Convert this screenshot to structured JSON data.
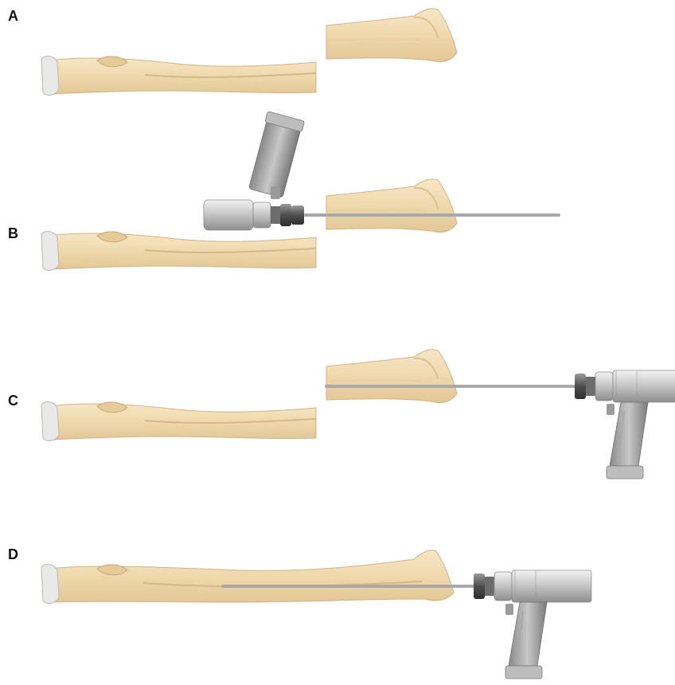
{
  "panels": [
    {
      "label": "A"
    },
    {
      "label": "B"
    },
    {
      "label": "C"
    },
    {
      "label": "D"
    }
  ],
  "colors": {
    "bone_fill": "#f0dcb2",
    "bone_light": "#f8ecd0",
    "bone_shadow": "#d9bd8c",
    "bone_outline": "#c9a878",
    "bone_end": "#e8e8e6",
    "wire": "#a8a8a8",
    "wire_dark": "#7c7c7c",
    "drill_body": "#c9c9c9",
    "drill_light": "#eeeeee",
    "drill_dark": "#8a8a8a",
    "chuck": "#555555",
    "grip": "#9a9a9a"
  }
}
